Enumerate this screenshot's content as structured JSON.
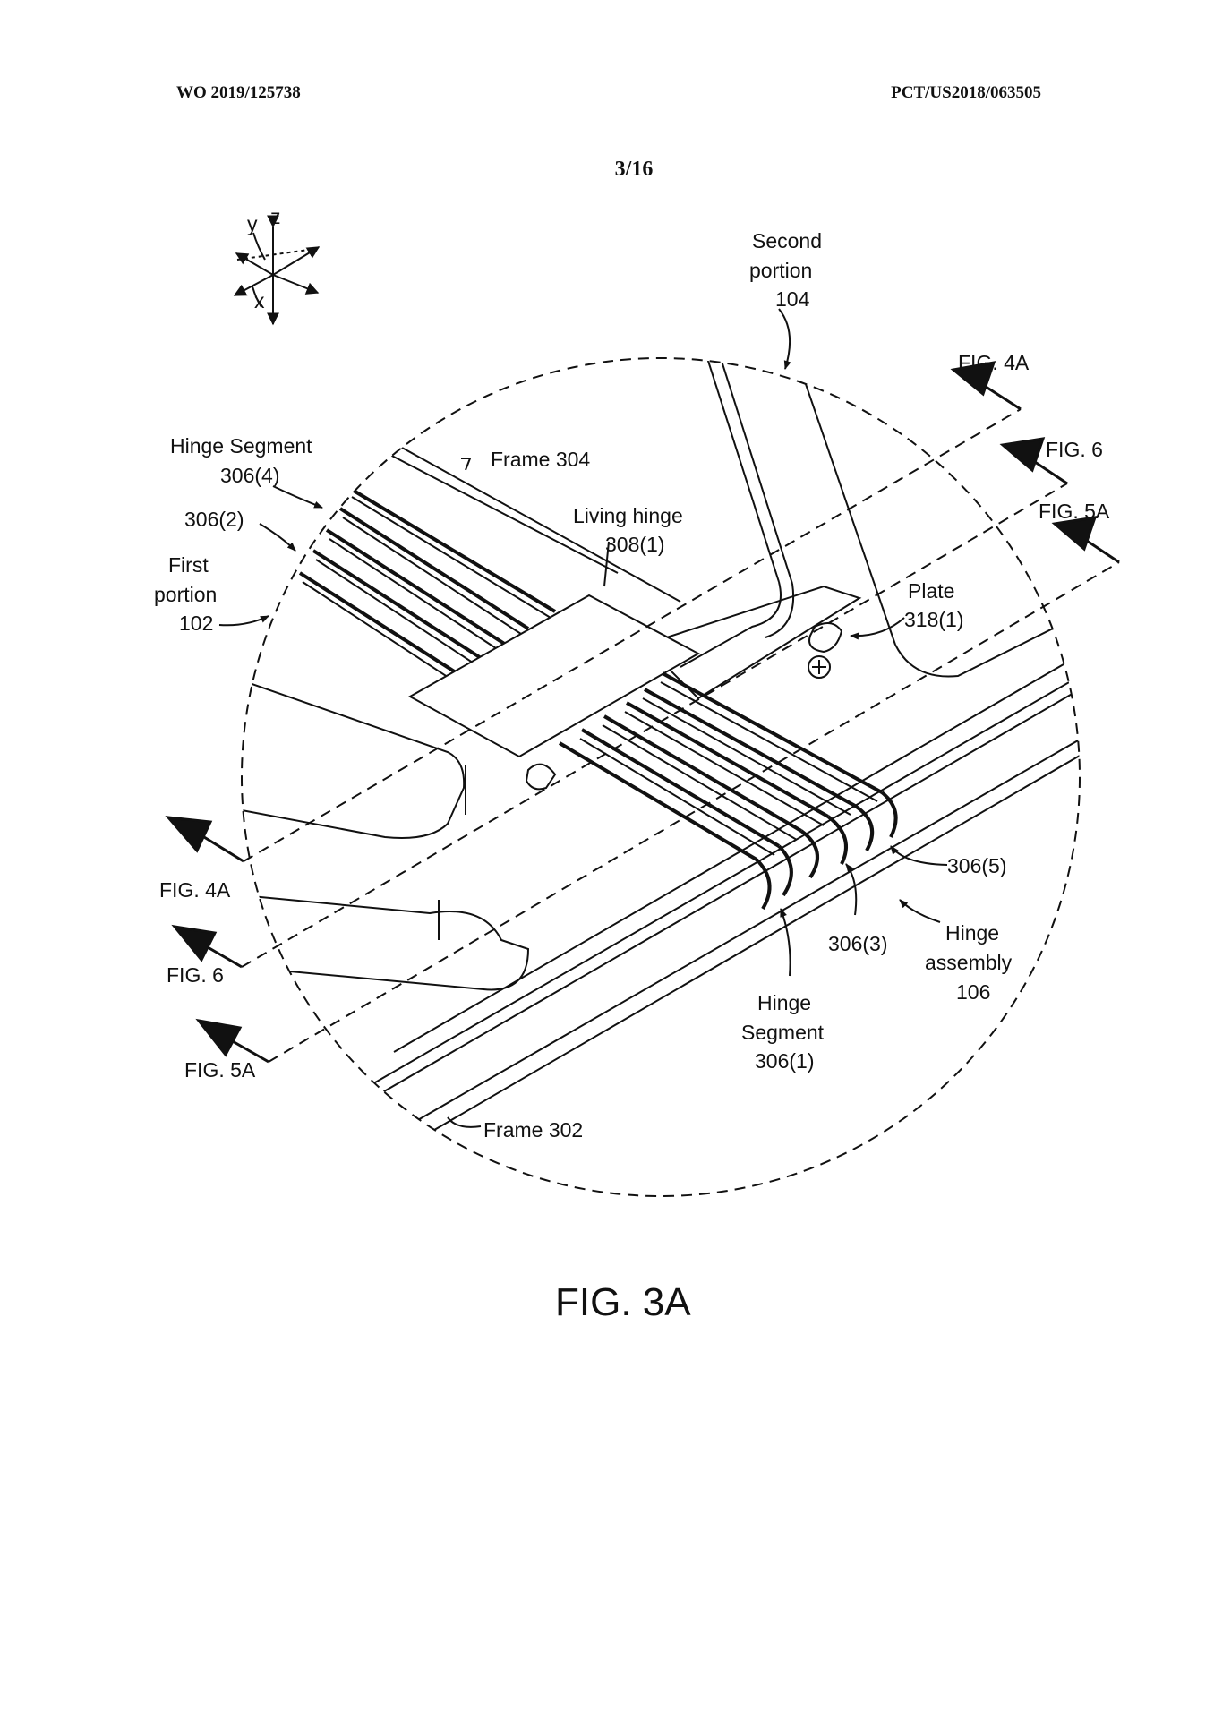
{
  "header": {
    "publication_number": "WO 2019/125738",
    "application_number": "PCT/US2018/063505",
    "sheet": "3/16"
  },
  "figure": {
    "title": "FIG. 3A",
    "axes": {
      "y": "y",
      "z": "z",
      "x": "x"
    },
    "labels": {
      "second_portion": {
        "line1": "Second",
        "line2": "portion",
        "ref": "104"
      },
      "hinge_segment_4": {
        "line1": "Hinge Segment",
        "ref": "306(4)"
      },
      "frame_304": "Frame 304",
      "segment_2": "306(2)",
      "living_hinge": {
        "line1": "Living hinge",
        "ref": "308(1)"
      },
      "first_portion": {
        "line1": "First",
        "line2": "portion",
        "ref": "102"
      },
      "plate": {
        "line1": "Plate",
        "ref": "318(1)"
      },
      "segment_5": "306(5)",
      "segment_3": "306(3)",
      "hinge_assembly": {
        "line1": "Hinge",
        "line2": "assembly",
        "ref": "106"
      },
      "hinge_segment_1": {
        "line1": "Hinge",
        "line2": "Segment",
        "ref": "306(1)"
      },
      "frame_302": "Frame 302"
    },
    "section_markers": {
      "fig4a_right": "FIG. 4A",
      "fig6_right": "FIG. 6",
      "fig5a_right": "FIG. 5A",
      "fig4a_left": "FIG. 4A",
      "fig6_left": "FIG. 6",
      "fig5a_left": "FIG. 5A"
    }
  }
}
